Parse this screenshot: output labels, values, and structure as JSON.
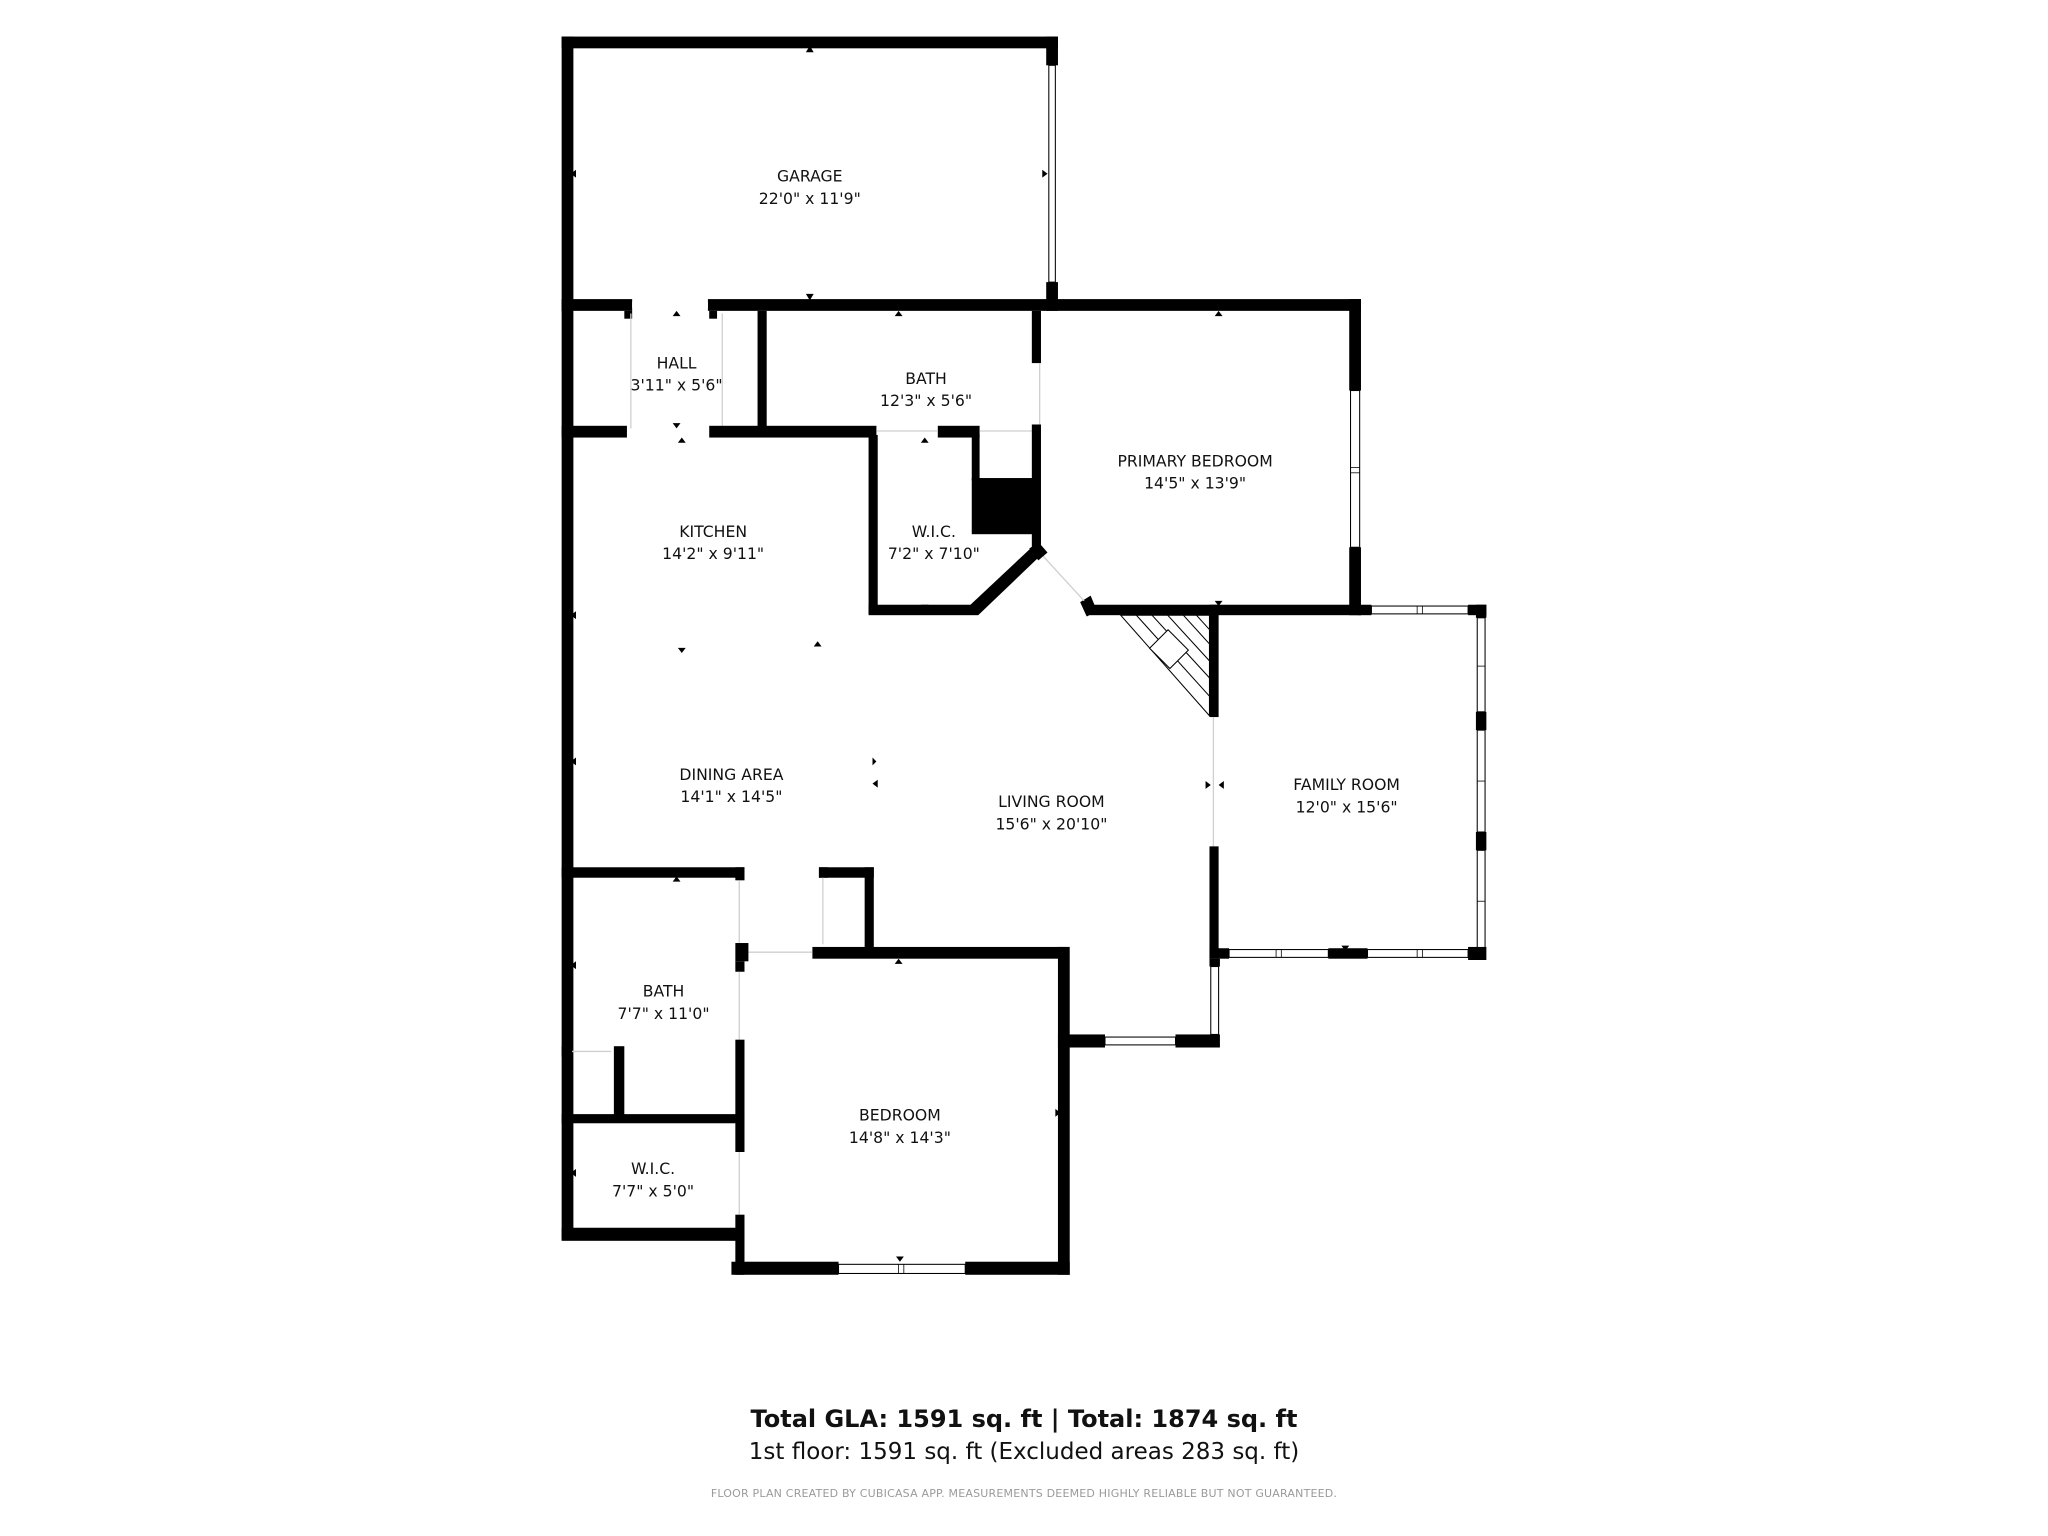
{
  "floorplan": {
    "rooms": [
      {
        "id": "garage",
        "name": "GARAGE",
        "dims": "22'0\" x 11'9\""
      },
      {
        "id": "hall",
        "name": "HALL",
        "dims": "3'11\" x 5'6\""
      },
      {
        "id": "bath-upper",
        "name": "BATH",
        "dims": "12'3\" x 5'6\""
      },
      {
        "id": "primary-bedroom",
        "name": "PRIMARY BEDROOM",
        "dims": "14'5\" x 13'9\""
      },
      {
        "id": "kitchen",
        "name": "KITCHEN",
        "dims": "14'2\" x 9'11\""
      },
      {
        "id": "wic-upper",
        "name": "W.I.C.",
        "dims": "7'2\" x 7'10\""
      },
      {
        "id": "dining-area",
        "name": "DINING AREA",
        "dims": "14'1\" x 14'5\""
      },
      {
        "id": "living-room",
        "name": "LIVING ROOM",
        "dims": "15'6\" x 20'10\""
      },
      {
        "id": "family-room",
        "name": "FAMILY ROOM",
        "dims": "12'0\" x 15'6\""
      },
      {
        "id": "bath-lower",
        "name": "BATH",
        "dims": "7'7\" x 11'0\""
      },
      {
        "id": "wic-lower",
        "name": "W.I.C.",
        "dims": "7'7\" x 5'0\""
      },
      {
        "id": "bedroom",
        "name": "BEDROOM",
        "dims": "14'8\" x 14'3\""
      }
    ]
  },
  "summary": {
    "totals": "Total GLA: 1591 sq. ft | Total: 1874 sq. ft",
    "floor": "1st floor: 1591 sq. ft (Excluded areas 283 sq. ft)",
    "disclaimer": "FLOOR PLAN CREATED BY CUBICASA APP. MEASUREMENTS DEEMED HIGHLY RELIABLE BUT NOT GUARANTEED."
  }
}
